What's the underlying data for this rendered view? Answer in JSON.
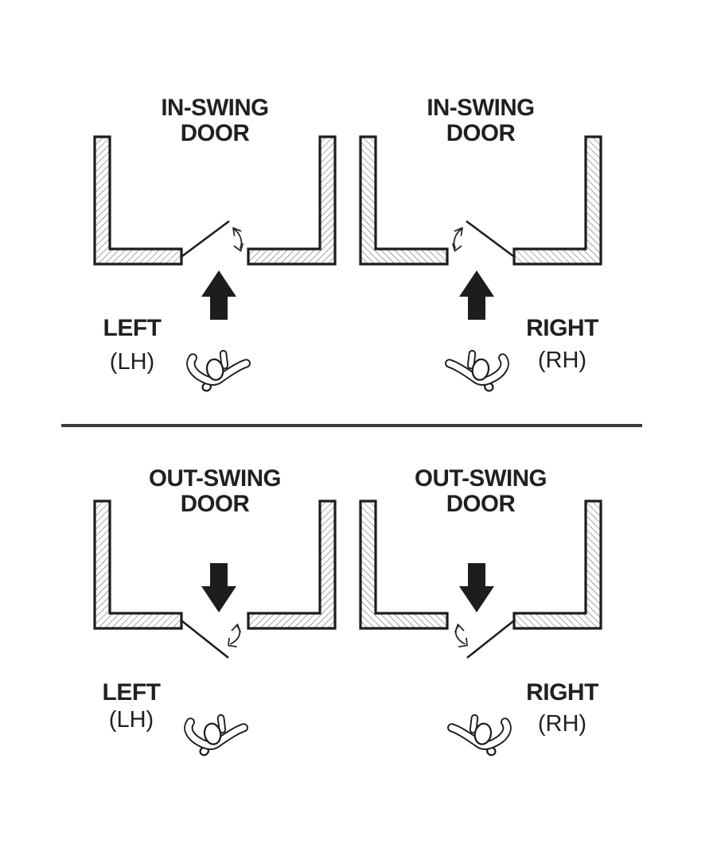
{
  "figure": {
    "type": "door-handing-diagram",
    "description_visible_text_only": true
  },
  "colors": {
    "background": "#ffffff",
    "ink": "#231f20",
    "wall_outline": "#1d1d1d",
    "hatch_line": "#5f5f5f",
    "divider": "#3b3b3b"
  },
  "icons": {
    "travel_up": "arrow-up-icon",
    "travel_down": "arrow-down-icon",
    "swing": "door-swing-arc-icon",
    "person": "person-top-view-icon"
  },
  "divider": {
    "present": true
  },
  "quadrants": [
    {
      "id": "in-swing-left",
      "title_line1": "IN-SWING",
      "title_line2": "DOOR",
      "hand_label": "LEFT",
      "hand_code": "(LH)",
      "swing": "in",
      "hinge_side": "left",
      "travel_arrow": "up"
    },
    {
      "id": "in-swing-right",
      "title_line1": "IN-SWING",
      "title_line2": "DOOR",
      "hand_label": "RIGHT",
      "hand_code": "(RH)",
      "swing": "in",
      "hinge_side": "right",
      "travel_arrow": "up"
    },
    {
      "id": "out-swing-left",
      "title_line1": "OUT-SWING",
      "title_line2": "DOOR",
      "hand_label": "LEFT",
      "hand_code": "(LH)",
      "swing": "out",
      "hinge_side": "left",
      "travel_arrow": "down"
    },
    {
      "id": "out-swing-right",
      "title_line1": "OUT-SWING",
      "title_line2": "DOOR",
      "hand_label": "RIGHT",
      "hand_code": "(RH)",
      "swing": "out",
      "hinge_side": "right",
      "travel_arrow": "down"
    }
  ]
}
